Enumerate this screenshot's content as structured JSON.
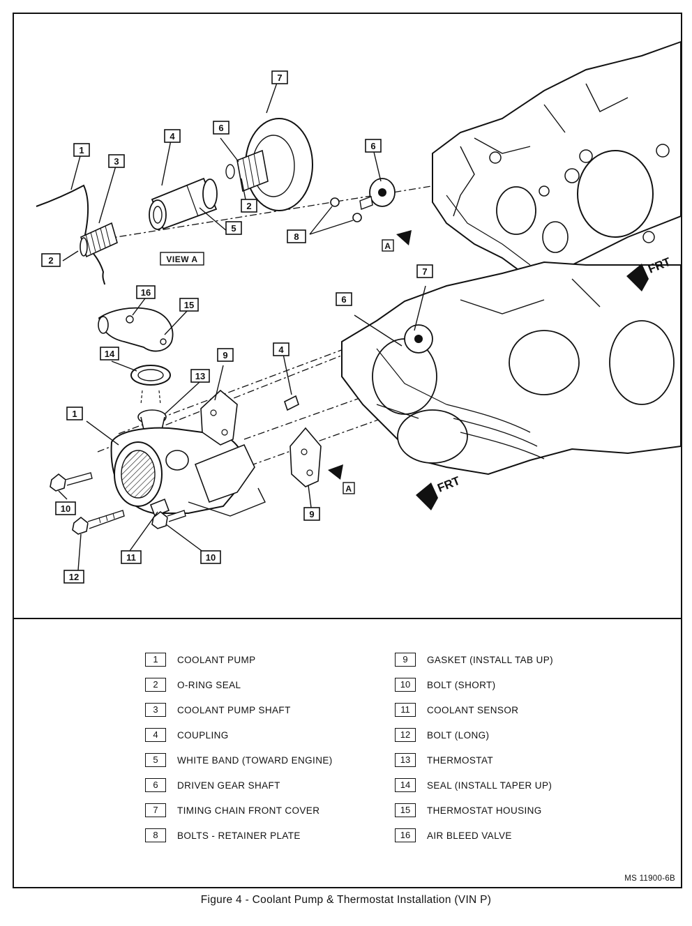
{
  "callouts": {
    "top": [
      "1",
      "3",
      "2",
      "4",
      "5",
      "6",
      "2",
      "7",
      "6",
      "8"
    ],
    "bottom": [
      "16",
      "15",
      "14",
      "13",
      "9",
      "4",
      "6",
      "7",
      "1",
      "10",
      "12",
      "11",
      "10",
      "9"
    ]
  },
  "view_label": "VIEW A",
  "view_markers": [
    "A",
    "A"
  ],
  "direction_labels": [
    "FRT",
    "FRT"
  ],
  "legend": {
    "left": [
      {
        "num": "1",
        "text": "COOLANT PUMP"
      },
      {
        "num": "2",
        "text": "O-RING SEAL"
      },
      {
        "num": "3",
        "text": "COOLANT PUMP SHAFT"
      },
      {
        "num": "4",
        "text": "COUPLING"
      },
      {
        "num": "5",
        "text": "WHITE BAND (TOWARD ENGINE)"
      },
      {
        "num": "6",
        "text": "DRIVEN GEAR SHAFT"
      },
      {
        "num": "7",
        "text": "TIMING CHAIN FRONT COVER"
      },
      {
        "num": "8",
        "text": "BOLTS - RETAINER PLATE"
      }
    ],
    "right": [
      {
        "num": "9",
        "text": "GASKET (INSTALL TAB UP)"
      },
      {
        "num": "10",
        "text": "BOLT (SHORT)"
      },
      {
        "num": "11",
        "text": "COOLANT SENSOR"
      },
      {
        "num": "12",
        "text": "BOLT (LONG)"
      },
      {
        "num": "13",
        "text": "THERMOSTAT"
      },
      {
        "num": "14",
        "text": "SEAL (INSTALL TAPER UP)"
      },
      {
        "num": "15",
        "text": "THERMOSTAT HOUSING"
      },
      {
        "num": "16",
        "text": "AIR BLEED VALVE"
      }
    ]
  },
  "figure_code": "MS 11900-6B",
  "caption": "Figure 4 - Coolant Pump & Thermostat Installation (VIN P)"
}
